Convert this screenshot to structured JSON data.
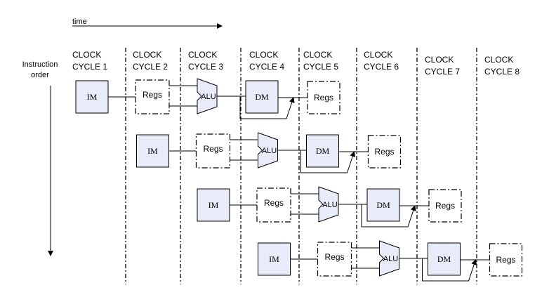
{
  "header": {
    "time_label": "time",
    "instruction_order_line1": "Instruction",
    "instruction_order_line2": "order"
  },
  "clock_cycles": [
    {
      "line1": "CLOCK",
      "line2": "CYCLE 1"
    },
    {
      "line1": "CLOCK",
      "line2": "CYCLE 2"
    },
    {
      "line1": "CLOCK",
      "line2": "CYCLE 3"
    },
    {
      "line1": "CLOCK",
      "line2": "CYCLE 4"
    },
    {
      "line1": "CLOCK",
      "line2": "CYCLE 5"
    },
    {
      "line1": "CLOCK",
      "line2": "CYCLE 6"
    },
    {
      "line1": "CLOCK",
      "line2": "CYCLE 7"
    },
    {
      "line1": "CLOCK",
      "line2": "CYCLE 8"
    }
  ],
  "stages": {
    "im": "IM",
    "regs": "Regs",
    "alu": "ALU",
    "dm": "DM"
  },
  "colors": {
    "box_fill": "#e8ecf8",
    "line": "#000000"
  }
}
